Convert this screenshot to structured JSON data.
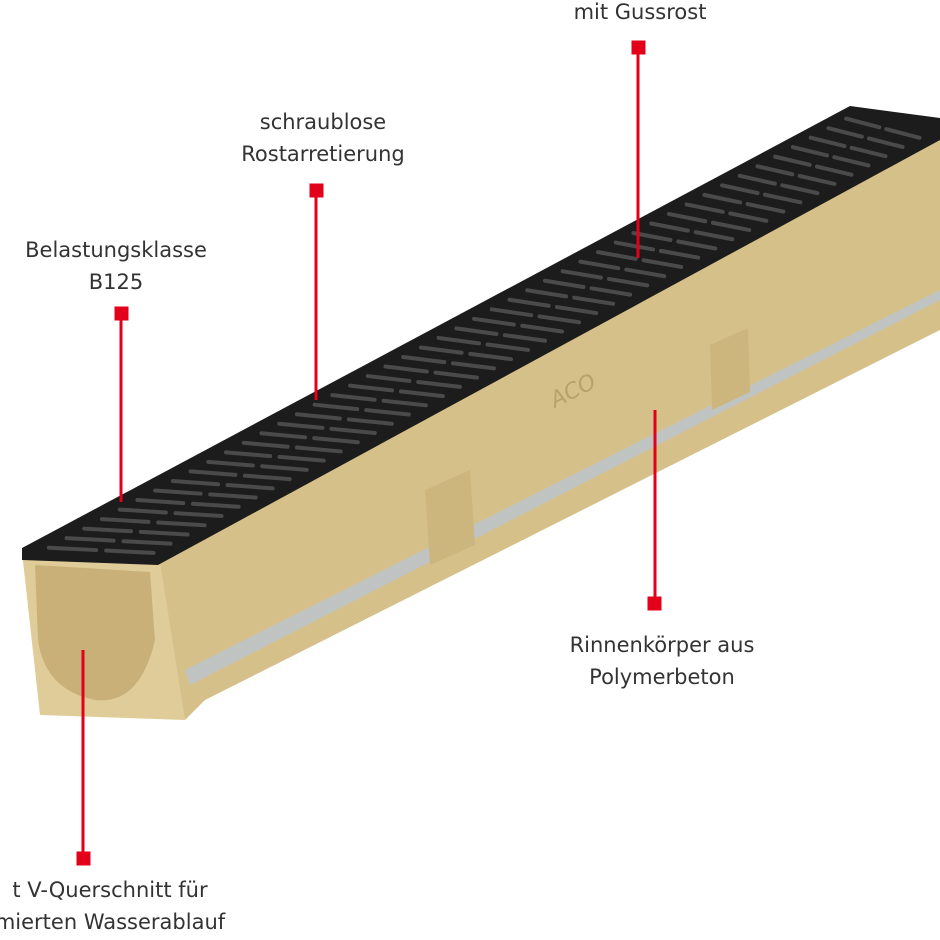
{
  "labels": {
    "grate": {
      "line1": "mit Gussrost"
    },
    "locking": {
      "line1": "schraublose",
      "line2": "Rostarretierung"
    },
    "load_class": {
      "line1": "Belastungsklasse",
      "line2": "B125"
    },
    "body": {
      "line1": "Rinnenkörper aus",
      "line2": "Polymerbeton"
    },
    "profile": {
      "line1": "t V-Querschnitt für",
      "line2": "mierten Wasserablauf"
    }
  },
  "embossing": {
    "brand": "ACO"
  },
  "colors": {
    "marker": "#e2001a",
    "grate": "#1c1c1c",
    "body": "#d9c48f",
    "text": "#333333"
  }
}
